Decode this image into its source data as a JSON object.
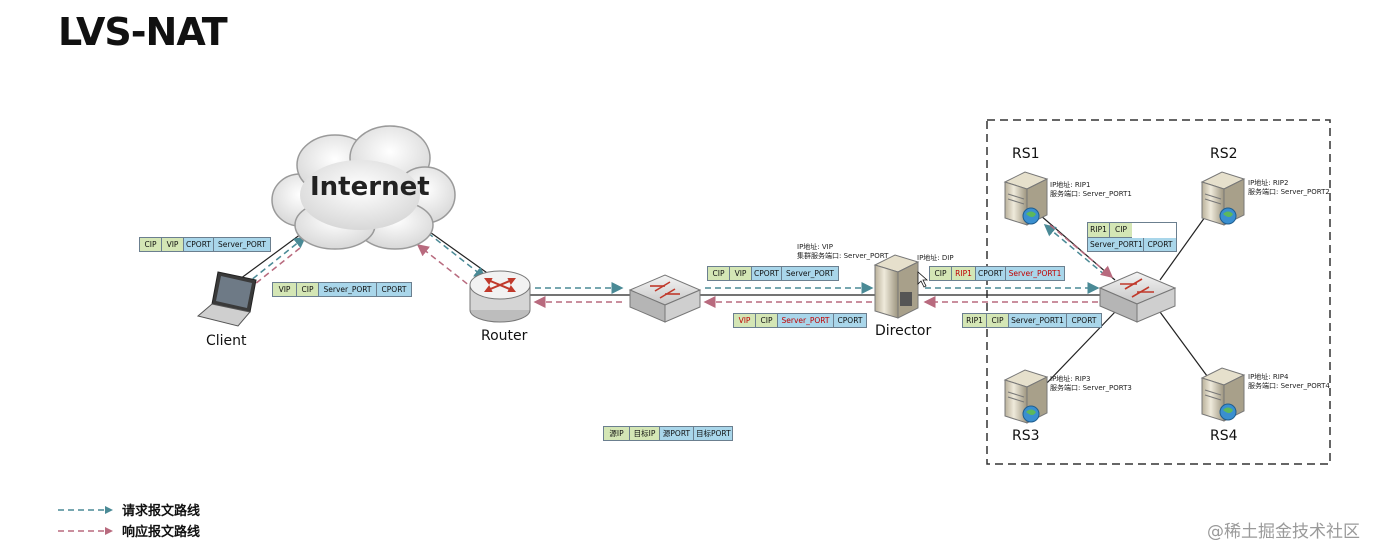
{
  "title": "LVS-NAT",
  "cloud_label": "Internet",
  "nodes": {
    "client": "Client",
    "router": "Router",
    "director": "Director",
    "rs1": "RS1",
    "rs2": "RS2",
    "rs3": "RS3",
    "rs4": "RS4"
  },
  "annotations": {
    "director_vip_line1": "IP地址: VIP",
    "director_vip_line2": "集群服务端口: Server_PORT",
    "director_dip": "IP地址: DIP",
    "rs1_line1": "IP地址: RIP1",
    "rs1_line2": "服务端口: Server_PORT1",
    "rs2_line1": "IP地址: RIP2",
    "rs2_line2": "服务端口: Server_PORT2",
    "rs3_line1": "IP地址: RIP3",
    "rs3_line2": "服务端口: Server_PORT3",
    "rs4_line1": "IP地址: RIP4",
    "rs4_line2": "服务端口: Server_PORT4"
  },
  "packets": {
    "client_request": [
      "CIP",
      "VIP",
      "CPORT",
      "Server_PORT"
    ],
    "client_response": [
      "VIP",
      "CIP",
      "Server_PORT",
      "CPORT"
    ],
    "switch_request": [
      "CIP",
      "VIP",
      "CPORT",
      "Server_PORT"
    ],
    "switch_response": [
      "VIP",
      "CIP",
      "Server_PORT",
      "CPORT"
    ],
    "director_request": [
      "CIP",
      "RIP1",
      "CPORT",
      "Server_PORT1"
    ],
    "rs1_response": [
      "RIP1",
      "CIP",
      "Server_PORT1",
      "CPORT"
    ],
    "rs_side_response": [
      "RIP1",
      "CIP",
      "Server_PORT1",
      "CPORT"
    ],
    "key": [
      "源IP",
      "目标IP",
      "源PORT",
      "目标PORT"
    ]
  },
  "legend": {
    "request": "请求报文路线",
    "response": "响应报文路线"
  },
  "watermark": "@稀土掘金技术社区",
  "colors": {
    "request_line": "#4a8a96",
    "response_line": "#b86a7e",
    "ip_cell": "#d4e6b5",
    "port_cell": "#a9d6ea",
    "highlight_text": "#c00000"
  }
}
